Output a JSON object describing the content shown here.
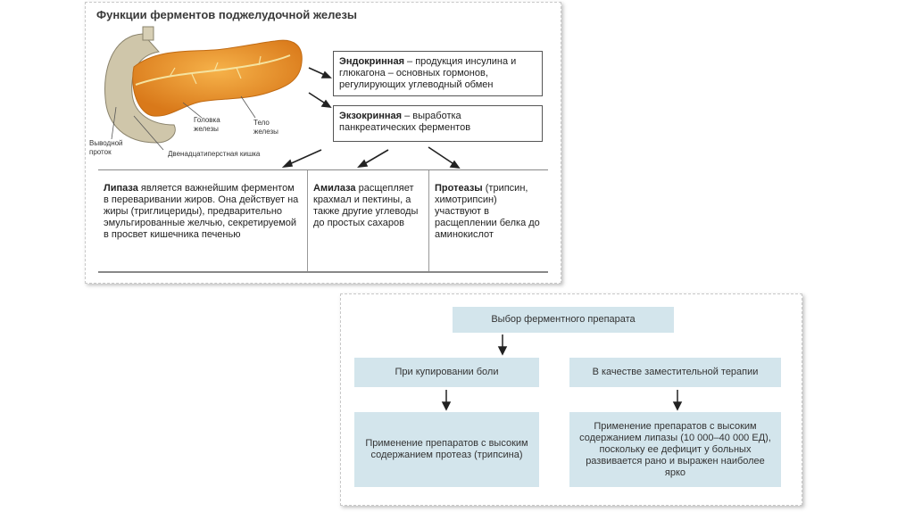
{
  "top": {
    "title": "Функции ферментов поджелудочной железы",
    "labels": {
      "head": "Головка\nжелезы",
      "body": "Тело\nжелезы",
      "duct": "Выводной\nпроток",
      "duodenum": "Двенадцатиперстная кишка"
    },
    "endocrine": {
      "bold": "Эндокринная",
      "text": " – продукция инсулина и глюкагона – основных гормонов, регулирующих углеводный обмен"
    },
    "exocrine": {
      "bold": "Экзокринная",
      "text": " – выработка панкреатических ферментов"
    },
    "enzymes": [
      {
        "bold": "Липаза",
        "text": " является важнейшим ферментом в переваривании жиров. Она действует на жиры (триглицериды), предварительно эмульгированные желчью, секретируемой в просвет кишечника печенью"
      },
      {
        "bold": "Амилаза",
        "text": " расщепляет крахмал и пектины, а также другие углеводы до простых сахаров"
      },
      {
        "bold": "Протеазы",
        "text": " (трипсин, химотрипсин) участвуют в расщеплении белка до аминокислот"
      }
    ]
  },
  "flow": {
    "root": "Выбор ферментного препарата",
    "left": "При купировании боли",
    "right": "В качестве заместительной терапии",
    "left_result": "Применение препаратов с высоким содержанием протеаз (трипсина)",
    "right_result": "Применение препаратов с высоким содержанием липазы (10 000–40 000 ЕД), поскольку ее дефицит у больных развивается рано и выражен наиболее ярко"
  },
  "colors": {
    "flow_box": "#d3e5ec",
    "pancreas": "#e8902a",
    "duodenum": "#c8c0a6",
    "arrow": "#222222"
  }
}
